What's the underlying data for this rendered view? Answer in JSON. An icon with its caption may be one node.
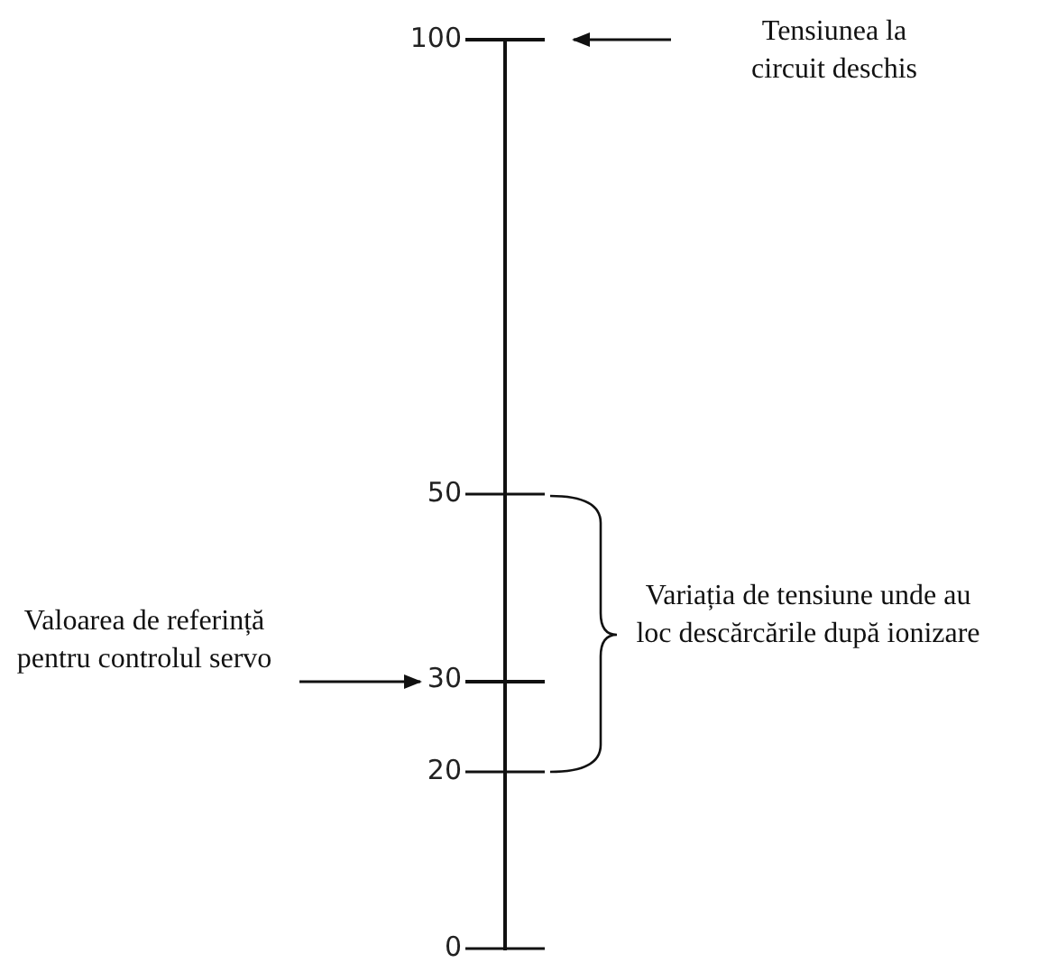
{
  "diagram": {
    "nodes": [
      {
        "text": [
          "Tensiunea la circuit deschis"
        ]
      },
      {
        "text": [
          "Valoarea de referință pentru controlul servo"
        ]
      },
      {
        "text": [],
        "shape": "bar"
      },
      {
        "text": [],
        "shape": "bar"
      }
    ],
    "edges": [
      {
        "from": 0,
        "to": 2,
        "arrow": "to"
      },
      {
        "from": 1,
        "to": 3,
        "arrow": "to"
      }
    ],
    "labels": [
      "100",
      "50",
      "30",
      "20",
      "0",
      "Variația de tensiune unde au loc descărcările după ionizare"
    ]
  }
}
